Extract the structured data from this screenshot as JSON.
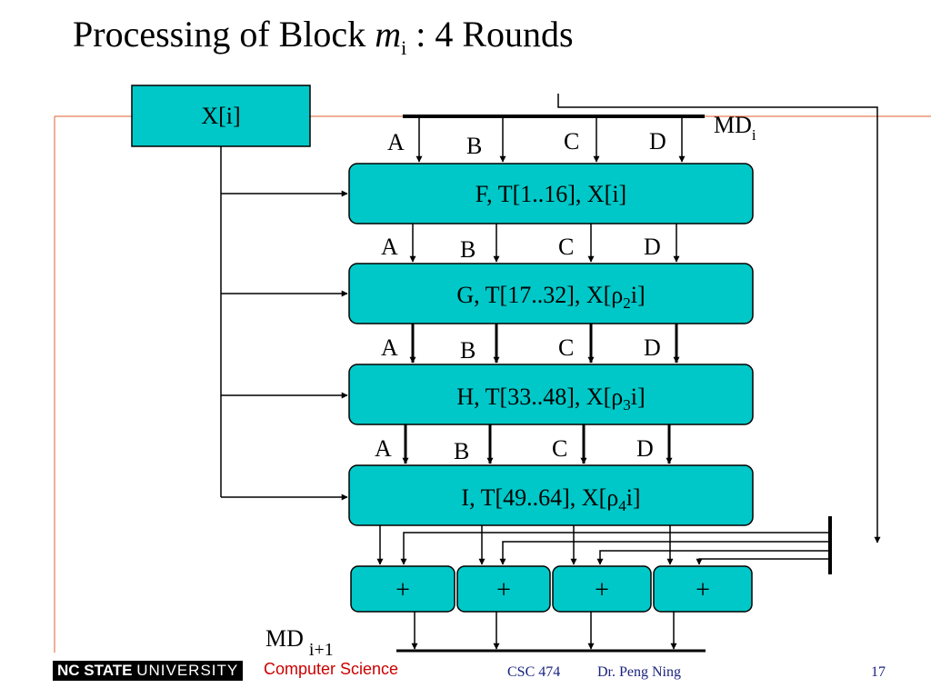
{
  "slide": {
    "title_prefix": "Processing of Block ",
    "title_var": "m",
    "title_sub": "i",
    "title_suffix": " : 4 Rounds"
  },
  "diagram": {
    "input_block": "X[i]",
    "md_in": {
      "text": "MD",
      "sub": "i"
    },
    "md_out": {
      "text": "MD",
      "sub": "i+1"
    },
    "registers": [
      "A",
      "B",
      "C",
      "D"
    ],
    "rounds": [
      {
        "pre": "F, T[1..16], X[i]",
        "sub": "",
        "post": ""
      },
      {
        "pre": "G, T[17..32], X[ρ",
        "sub": "2",
        "post": "i]"
      },
      {
        "pre": "H, T[33..48], X[ρ",
        "sub": "3",
        "post": "i]"
      },
      {
        "pre": "I, T[49..64], X[ρ",
        "sub": "4",
        "post": "i]"
      }
    ],
    "adders": [
      "+",
      "+",
      "+",
      "+"
    ],
    "colors": {
      "box_fill": "#00c8c8",
      "rule": "#e06030"
    }
  },
  "footer": {
    "logo_main": "NC STATE",
    "logo_uni": "UNIVERSITY",
    "dept": "Computer Science",
    "course": "CSC 474",
    "author": "Dr. Peng Ning",
    "page": "17"
  }
}
